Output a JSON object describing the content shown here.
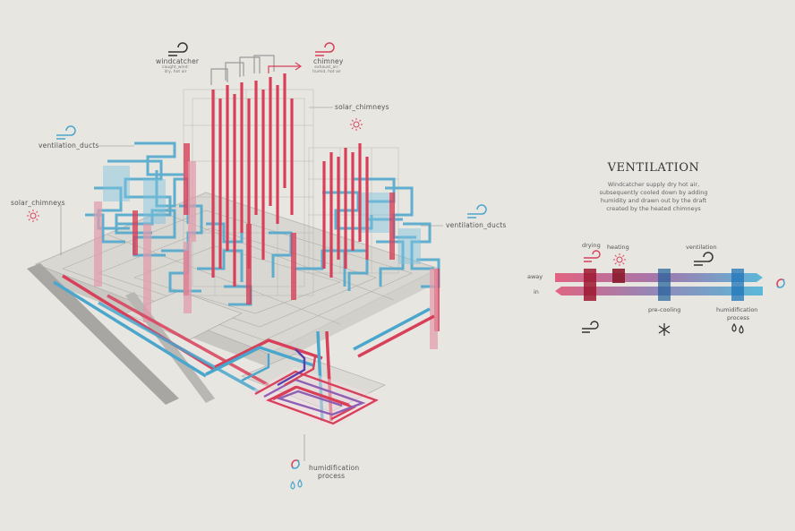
{
  "diagram": {
    "windcatcher": {
      "label": "windcatcher",
      "sub1": "caught_wind:",
      "sub2": "dry, hot air"
    },
    "chimney": {
      "label": "chimney",
      "sub1": "exhaust_air:",
      "sub2": "humid, hot air"
    },
    "solar_chimneys_top": "solar_chimneys",
    "ventilation_ducts_left": "ventilation_ducts",
    "solar_chimneys_left": "solar_chimneys",
    "ventilation_ducts_right": "ventilation_ducts",
    "humidification": {
      "line1": "humidification",
      "line2": "process"
    }
  },
  "legend": {
    "title": "VENTILATION",
    "description": [
      "Windcatcher supply dry hot air,",
      "subsequently cooled down by adding",
      "humidity and drawn out by the draft",
      "created by the heated chimneys"
    ],
    "labels": {
      "drying": "drying",
      "heating": "heating",
      "ventilation": "ventilation",
      "away": "away",
      "in": "in",
      "precooling": "pre-cooling",
      "humid1": "humidification",
      "humid2": "process"
    }
  },
  "colors": {
    "red": "#d8405a",
    "blue": "#4aa6cc",
    "darkred": "#9c1730",
    "darkblue": "#1f63a8",
    "purple": "#6a3fb0",
    "grey": "#9a9a9a"
  },
  "icons": [
    "wind-icon",
    "sun-icon",
    "snowflake-icon",
    "drops-icon",
    "cycle-icon"
  ]
}
